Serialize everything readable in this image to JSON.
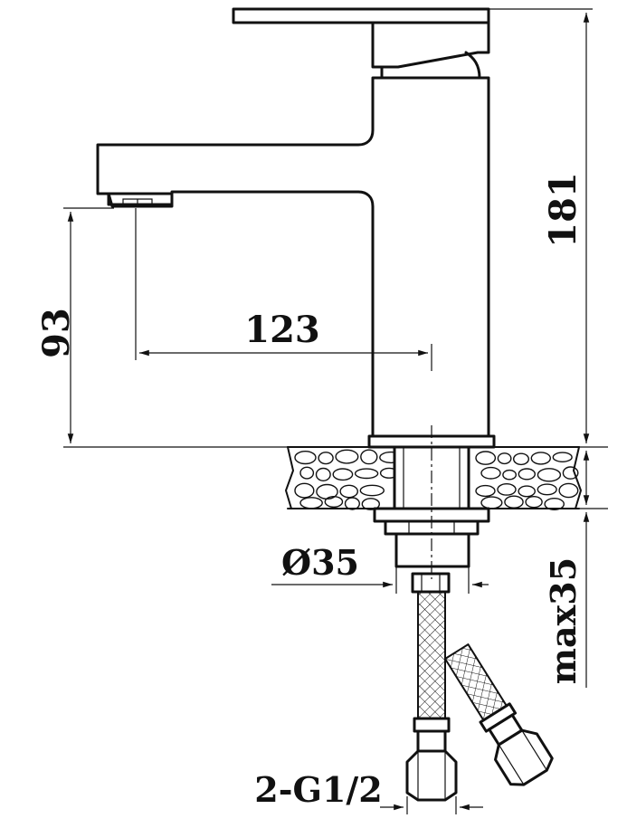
{
  "dimensions": {
    "total_height": "181",
    "spout_height": "93",
    "spout_reach": "123",
    "shank_diameter": "Ø35",
    "max_thickness": "max35",
    "connection": "2-G1/2"
  },
  "colors": {
    "ink": "#111111",
    "background": "#ffffff"
  }
}
